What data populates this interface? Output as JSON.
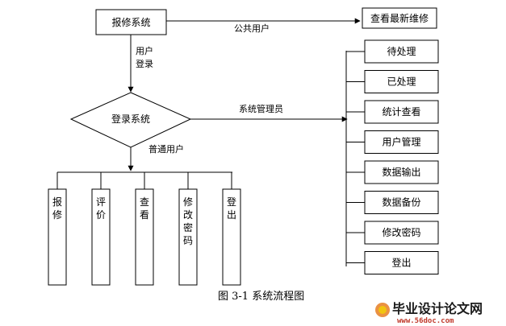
{
  "nodes": {
    "repair_system": "报修系统",
    "view_latest": "查看最新维修",
    "login_system": "登录系统",
    "admin_menu": [
      "待处理",
      "已处理",
      "统计查看",
      "用户管理",
      "数据输出",
      "数据备份",
      "修改密码",
      "登出"
    ],
    "user_menu": [
      "报修",
      "评价",
      "查看",
      "修改密码",
      "登出"
    ]
  },
  "edges": {
    "public_user": "公共用户",
    "user_login": [
      "用户",
      "登录"
    ],
    "admin": "系统管理员",
    "normal_user": "普通用户"
  },
  "caption": "图 3-1  系统流程图",
  "watermark": {
    "title": "毕业设计论文网",
    "url": "www.56doc.com"
  }
}
